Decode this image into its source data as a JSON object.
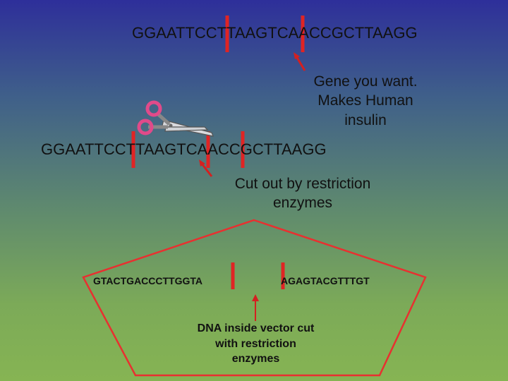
{
  "slide": {
    "top_sequence": "GGAATTCCTTAAGTCAACCGCTTAAGG",
    "cut_sequence": "GGAATTCCTTAAGTCAACCGCTTAAGG",
    "gene_label": [
      "Gene you want.",
      "Makes Human",
      "insulin"
    ],
    "cut_label": [
      "Cut out by restriction",
      "enzymes"
    ],
    "vector_left": "GTACTGACCCTTGGTA",
    "vector_right": "AGAGTACGTTTGT",
    "vector_label": [
      "DNA inside vector cut",
      "with restriction",
      "enzymes"
    ]
  },
  "icons": {
    "scissors": "scissors-icon"
  },
  "colors": {
    "cut_mark": "#e02424",
    "arrow": "#d42020",
    "vector_outline": "#e83030",
    "handle": "#e04a8a"
  }
}
